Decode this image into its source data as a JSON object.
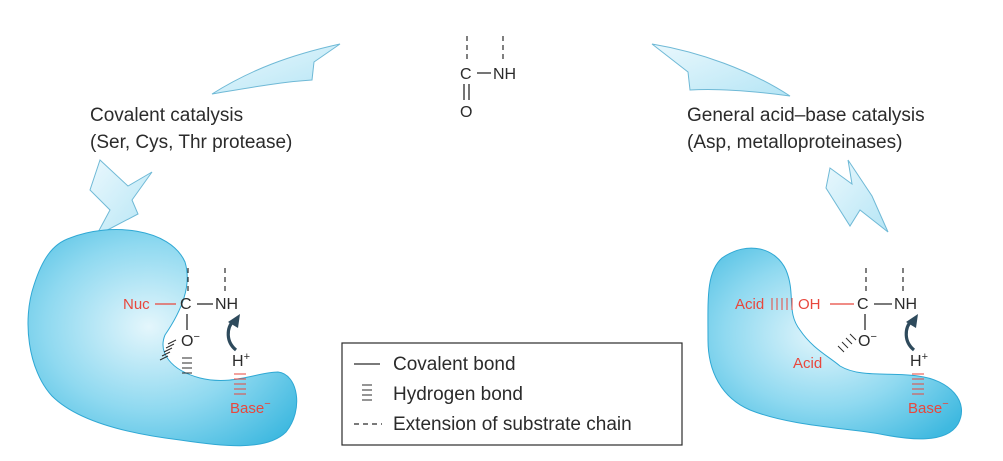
{
  "top_structure": {
    "carbon": "C",
    "nh": "NH",
    "oxygen": "O"
  },
  "covalent": {
    "title_line1": "Covalent catalysis",
    "title_line2": "(Ser, Cys, Thr protease)",
    "nuc": "Nuc",
    "carbon": "C",
    "nh": "NH",
    "o_minus": "O",
    "minus": "−",
    "h_plus": "H",
    "plus": "+",
    "base": "Base",
    "base_minus": "−"
  },
  "acid_base": {
    "title_line1": "General acid–base catalysis",
    "title_line2": "(Asp, metalloproteinases)",
    "acid_left": "Acid",
    "oh": "OH",
    "carbon": "C",
    "nh": "NH",
    "o_minus": "O",
    "minus": "−",
    "acid_lower": "Acid",
    "h_plus": "H",
    "plus": "+",
    "base": "Base",
    "base_minus": "−"
  },
  "legend": {
    "covalent_bond": "Covalent bond",
    "hydrogen_bond": "Hydrogen bond",
    "extension": "Extension of substrate chain"
  },
  "colors": {
    "enzyme_fill": "#5ec8e8",
    "enzyme_light": "#dff4fb",
    "arrow_fill": "#cdeef9",
    "text": "#2b2b2b",
    "red": "#e8473d",
    "curved_arrow": "#2e4a5c"
  }
}
